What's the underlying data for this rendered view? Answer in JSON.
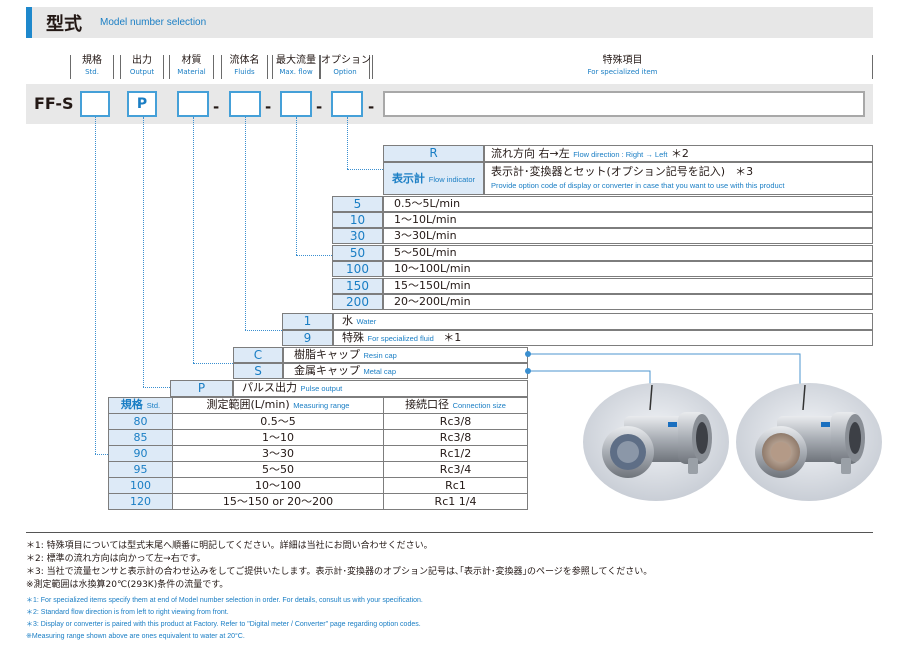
{
  "title": {
    "jp": "型式",
    "en": "Model number selection"
  },
  "headers": [
    {
      "jp": "規格",
      "en": "Std."
    },
    {
      "jp": "出力",
      "en": "Output"
    },
    {
      "jp": "材質",
      "en": "Material"
    },
    {
      "jp": "流体名",
      "en": "Fluids"
    },
    {
      "jp": "最大流量",
      "en": "Max. flow"
    },
    {
      "jp": "オプション",
      "en": "Option"
    },
    {
      "jp": "特殊項目",
      "en": "For specialized item"
    }
  ],
  "code": {
    "prefix": "FF-S",
    "output_value": "P",
    "separator": "-"
  },
  "option": {
    "r_code": "R",
    "r_desc_jp": "流れ方向 右→左",
    "r_desc_en": "Flow direction : Right → Left",
    "r_note": "＊2",
    "indicator_label_jp": "表示計",
    "indicator_label_en": "Flow indicator",
    "indicator_desc_jp": "表示計･変換器とセット(オプション記号を記入)",
    "indicator_note": "＊3",
    "indicator_desc_en": "Provide option code of display or converter in case that you want to use with this product"
  },
  "max_flow": [
    {
      "code": "5",
      "desc": "0.5～5L/min"
    },
    {
      "code": "10",
      "desc": "1～10L/min"
    },
    {
      "code": "30",
      "desc": "3～30L/min"
    },
    {
      "code": "50",
      "desc": "5～50L/min"
    },
    {
      "code": "100",
      "desc": "10～100L/min"
    },
    {
      "code": "150",
      "desc": "15～150L/min"
    },
    {
      "code": "200",
      "desc": "20～200L/min"
    }
  ],
  "fluids": [
    {
      "code": "1",
      "jp": "水",
      "en": "Water",
      "note": ""
    },
    {
      "code": "9",
      "jp": "特殊",
      "en": "For specialized fluid",
      "note": "＊1"
    }
  ],
  "material": [
    {
      "code": "C",
      "jp": "樹脂キャップ",
      "en": "Resin cap"
    },
    {
      "code": "S",
      "jp": "金属キャップ",
      "en": "Metal cap"
    }
  ],
  "output": {
    "code": "P",
    "jp": "パルス出力",
    "en": "Pulse output"
  },
  "std_table": {
    "headers": [
      {
        "jp": "規格",
        "en": "Std."
      },
      {
        "jp": "測定範囲(L/min)",
        "en": "Measuring range"
      },
      {
        "jp": "接続口径",
        "en": "Connection size"
      }
    ],
    "rows": [
      {
        "std": "80",
        "range": "0.5～5",
        "conn": "Rc3/8"
      },
      {
        "std": "85",
        "range": "1～10",
        "conn": "Rc3/8"
      },
      {
        "std": "90",
        "range": "3～30",
        "conn": "Rc1/2"
      },
      {
        "std": "95",
        "range": "5～50",
        "conn": "Rc3/4"
      },
      {
        "std": "100",
        "range": "10～100",
        "conn": "Rc1"
      },
      {
        "std": "120",
        "range": "15～150 or 20～200",
        "conn": "Rc1 1/4"
      }
    ]
  },
  "notes_jp": [
    "＊1: 特殊項目については型式末尾へ順番に明記してください。詳細は当社にお問い合わせください。",
    "＊2: 標準の流れ方向は向かって左→右です。",
    "＊3: 当社で流量センサと表示計の合わせ込みをしてご提供いたします。表示計･変換器のオプション記号は､｢表示計･変換器｣のページを参照してください。",
    "※測定範囲は水換算20℃(293K)条件の流量です。"
  ],
  "notes_en": [
    "＊1: For specialized items specify them at end of Model number selection in order. For details, consult us with your specification.",
    "＊2: Standard flow direction is from left to right viewing from front.",
    "＊3: Display or converter is paired with this product at Factory. Refer to \"Digital meter / Converter\" page regarding option codes.",
    "※Measuring range shown above are ones equivalent to water at 20°C."
  ]
}
